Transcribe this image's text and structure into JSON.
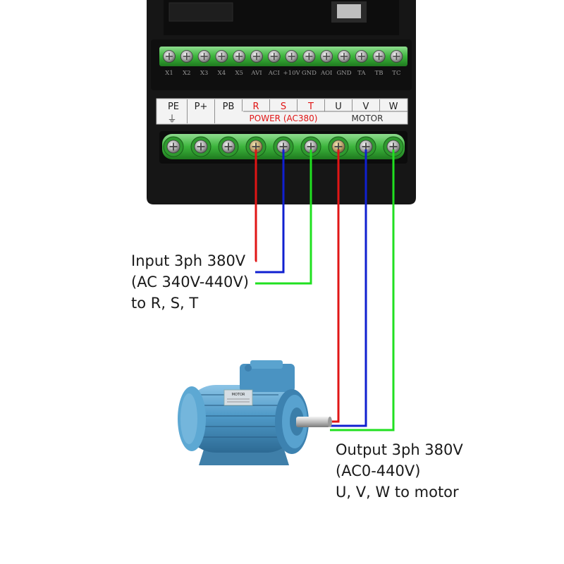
{
  "inverter": {
    "control_terminals": [
      "X1",
      "X2",
      "X3",
      "X4",
      "X5",
      "AVI",
      "ACI",
      "+10V",
      "GND",
      "AOI",
      "GND",
      "TA",
      "TB",
      "TC"
    ],
    "power_terminals": [
      "PE",
      "P+",
      "PB",
      "R",
      "S",
      "T",
      "U",
      "V",
      "W"
    ],
    "power_group_label": "POWER (AC380)",
    "motor_group_label": "MOTOR",
    "ground_symbol": "⏚"
  },
  "wires": {
    "colors": {
      "red": "#e01515",
      "blue": "#1020d0",
      "green": "#20e020"
    }
  },
  "labels": {
    "input": [
      "Input 3ph 380V",
      "(AC 340V-440V)",
      "to R, S, T"
    ],
    "output": [
      "Output 3ph 380V",
      "(AC0-440V)",
      "U, V, W to motor"
    ]
  },
  "motor": {
    "body_color": "#4f9ac8",
    "nameplate": "MOTOR"
  }
}
